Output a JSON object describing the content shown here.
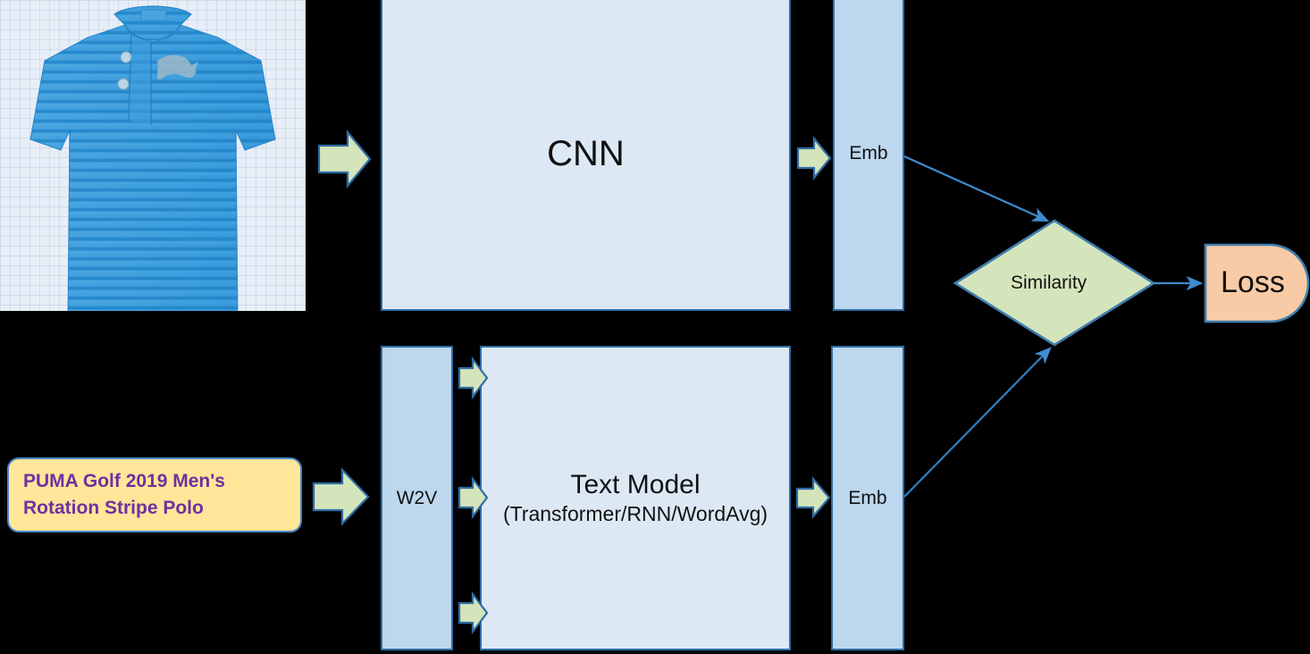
{
  "diagram": {
    "title": "Image-Text dual encoder training diagram",
    "colors": {
      "box_fill_light": "#dde8f5",
      "box_fill_blue": "#bdd7ee",
      "box_border": "#2e6ca4",
      "arrow_fill": "#d5e5bb",
      "arrow_border": "#2e6ca4",
      "diamond_fill": "#d5e5bb",
      "loss_fill": "#f8cba6",
      "text_card_fill": "#ffe699",
      "text_card_border": "#4a86c8",
      "text_card_color": "#7030a0",
      "connector": "#3f8cd0",
      "photo_bg": "#e8eef7"
    },
    "nodes": {
      "product_image": {
        "name": "product-photo",
        "alt": "Blue striped PUMA golf polo shirt"
      },
      "cnn": {
        "label": "CNN"
      },
      "image_emb": {
        "label": "Emb"
      },
      "product_title": {
        "line1": "PUMA Golf 2019 Men's",
        "line2": "Rotation Stripe Polo"
      },
      "w2v": {
        "label": "W2V"
      },
      "text_model": {
        "label": "Text Model",
        "sublabel": "(Transformer/RNN/WordAvg)"
      },
      "text_emb": {
        "label": "Emb"
      },
      "similarity": {
        "label": "Similarity"
      },
      "loss": {
        "label": "Loss"
      }
    },
    "edges": [
      {
        "name": "image-to-cnn",
        "kind": "block-arrow"
      },
      {
        "name": "cnn-to-image-emb",
        "kind": "block-arrow"
      },
      {
        "name": "title-to-w2v",
        "kind": "block-arrow"
      },
      {
        "name": "w2v-to-text-model-top",
        "kind": "block-arrow"
      },
      {
        "name": "w2v-to-text-model-mid",
        "kind": "block-arrow"
      },
      {
        "name": "w2v-to-text-model-bottom",
        "kind": "block-arrow"
      },
      {
        "name": "text-model-to-text-emb",
        "kind": "block-arrow"
      },
      {
        "name": "image-emb-to-similarity",
        "kind": "line-arrow"
      },
      {
        "name": "text-emb-to-similarity",
        "kind": "line-arrow"
      },
      {
        "name": "similarity-to-loss",
        "kind": "line-arrow"
      }
    ]
  }
}
